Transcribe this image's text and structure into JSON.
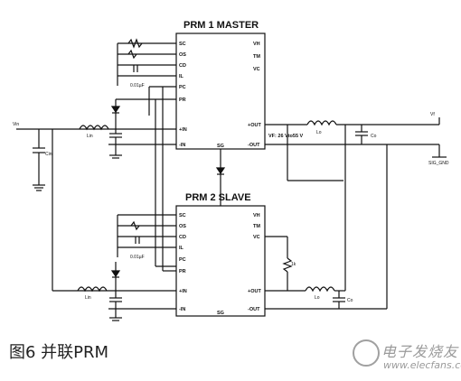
{
  "figure": {
    "caption": "图6  并联PRM",
    "watermark_cn": "电子发烧友",
    "watermark_en": "www.elecfans.com"
  },
  "prm1": {
    "title": "PRM 1 MASTER",
    "pins_left": [
      "SC",
      "OS",
      "CD",
      "IL",
      "PC",
      "PR",
      "+IN",
      "-IN"
    ],
    "pins_right": [
      "VH",
      "TM",
      "VC",
      "+OUT",
      "-OUT"
    ],
    "bottom_pin": "SG",
    "vf_label": "VF: 26 Vto55 V"
  },
  "prm2": {
    "title": "PRM 2 SLAVE",
    "pins_left": [
      "SC",
      "OS",
      "CD",
      "IL",
      "PC",
      "PR",
      "+IN",
      "-IN"
    ],
    "pins_right": [
      "VH",
      "TM",
      "VC",
      "+OUT",
      "-OUT"
    ],
    "bottom_pin": "SG"
  },
  "labels": {
    "vin": "Vin",
    "vout": "Vf",
    "cap1": "0.01µF",
    "cap2": "0.01µF",
    "res_1k": "1k",
    "cout1": "Co",
    "cout2": "Co",
    "cin": "Cin",
    "lin1": "Lin",
    "lin2": "Lin",
    "lout1": "Lo",
    "lout2": "Lo",
    "gnd_label": "SIG_GND"
  }
}
